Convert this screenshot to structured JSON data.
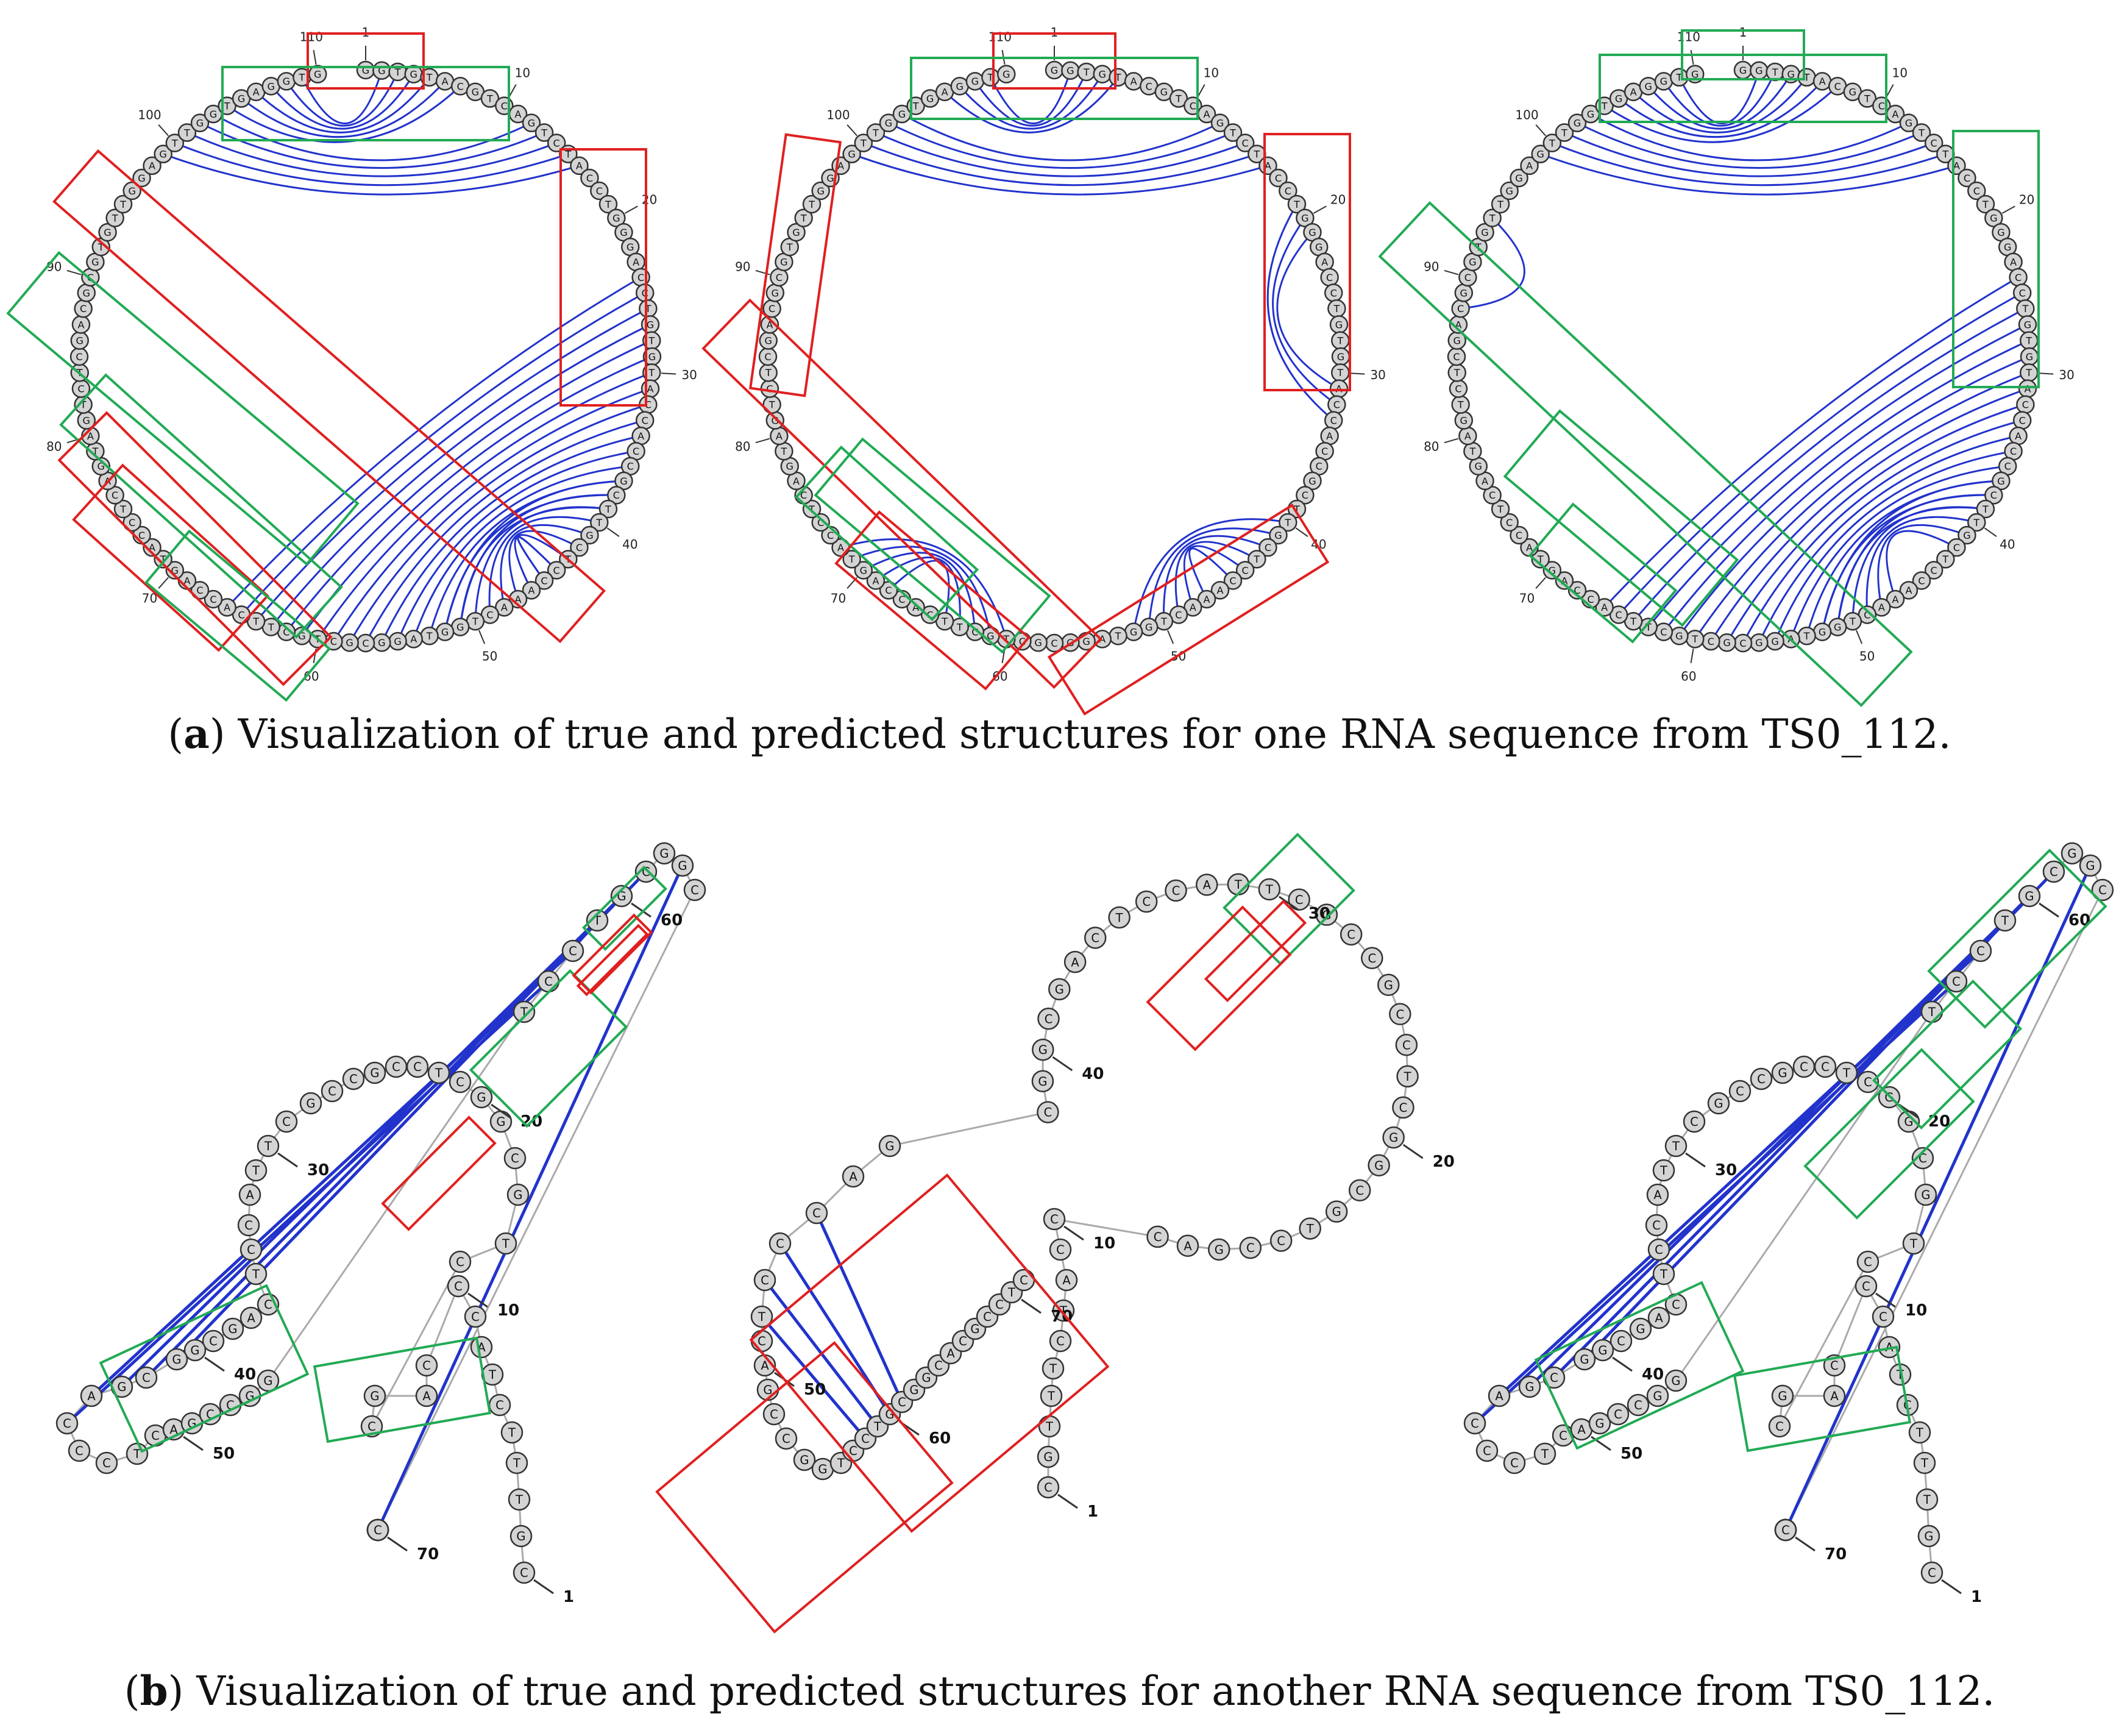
{
  "caption_a": {
    "label": "a",
    "text": ") Visualization of true and predicted structures for one RNA sequence from TS0_112."
  },
  "caption_b": {
    "label": "b",
    "text": ") Visualization of true and predicted structures for another RNA sequence from TS0_112."
  },
  "colors": {
    "nucleotide_fill": "#d4d4d4",
    "nucleotide_stroke": "#333333",
    "pair_arc": "#2233cc",
    "box_correct": "#22aa55",
    "box_incorrect": "#e02020",
    "backbone": "#aaaaaa"
  },
  "circular_panels": [
    {
      "position_labels": [
        "1",
        "10",
        "20",
        "30",
        "40",
        "50",
        "60",
        "70",
        "80",
        "90",
        "100",
        "110"
      ],
      "sequence": "GGTGTACGTCAGTCTACCTGGGACCTGTGTACCACCGCTTGCTCCAAACTGGTAGGCGCTGCTTCACCAGTACCTCAGTAGTCTCGACGCGTGTTGGAGTTGGTGAGGTG"
    },
    {
      "position_labels": [
        "1",
        "10",
        "20",
        "30",
        "40",
        "50",
        "60",
        "70",
        "80",
        "90",
        "100",
        "110"
      ],
      "sequence": "GGTGTACGTCAGTCTACCTGGGACCTGTGTACCACCGCTTGCTCCAAACTGGTAGGCGCTGCTTCACCAGTACCTCAGTAGTCTCGACGCGTGTTGGAGTTGGTGAGGTG"
    },
    {
      "position_labels": [
        "1",
        "10",
        "20",
        "30",
        "40",
        "50",
        "60",
        "70",
        "80",
        "90",
        "100",
        "110"
      ],
      "sequence": "GGTGTACGTCAGTCTACCTGGGACCTGTGTACCACCGCTTGCTCCAAACTGGTAGGCGCTGCTTCACCAGTACCTCAGTAGTCTCGACGCGTGTTGGAGTTGGTGAGGTG"
    }
  ],
  "graph_panels": [
    {
      "position_labels": [
        "1",
        "10",
        "20",
        "30",
        "40",
        "50",
        "60",
        "70"
      ],
      "sequence": "CGTTTCTACCCAGCCTGCGGCTCCGCCGCTTACCTCAGCGGCGACCCTCAGCCGGTCCTGCGGCACGCCT"
    },
    {
      "position_labels": [
        "1",
        "10",
        "20",
        "30",
        "40",
        "50",
        "60",
        "70"
      ],
      "sequence": "CGTTTCTACCCAGCCTGCGGCTCCGCCGCTTACCTCAGCGGCGACCCTCAGCCGGTCCTGCGGCACGCCT"
    },
    {
      "position_labels": [
        "1",
        "10",
        "20",
        "30",
        "40",
        "50",
        "60",
        "70"
      ],
      "sequence": "CGTTTCTACCCAGCCTGCGGCTCCGCCGCTTACCTCAGCGGCGACCCTCAGCCGGTCCTGCGGCACGCCT"
    }
  ]
}
